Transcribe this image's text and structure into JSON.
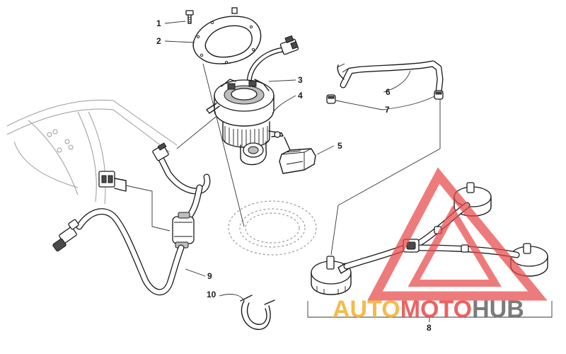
{
  "callouts": [
    "1",
    "2",
    "3",
    "4",
    "5",
    "6",
    "7",
    "8",
    "9",
    "10"
  ],
  "watermark": {
    "part1": "AUTO",
    "part2": "MOTO",
    "part3": "HUB",
    "color_red": "#e8484a",
    "color_gold": "#f2b43a",
    "color_gray": "#6d6d6d"
  }
}
